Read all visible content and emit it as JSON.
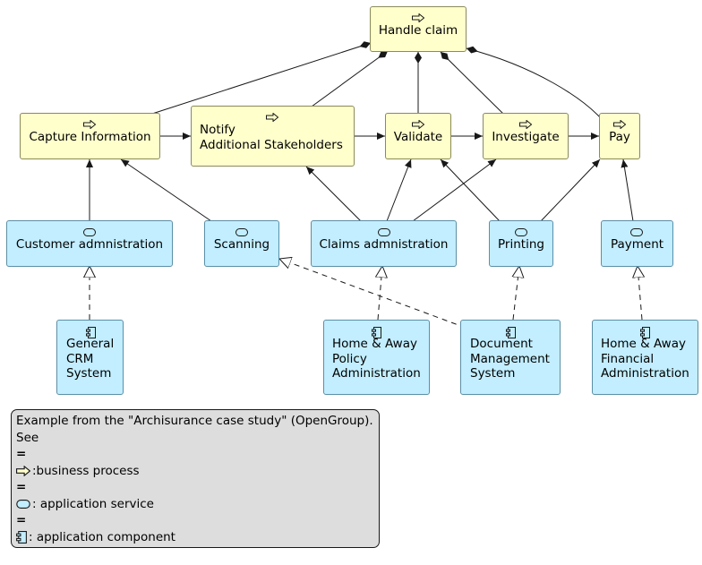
{
  "colors": {
    "process_fill": "#FFFFCC",
    "app_fill": "#C2EEFF",
    "note_fill": "#DDDDDD",
    "line": "#181818"
  },
  "processes": {
    "handle_claim": {
      "label": "Handle claim",
      "icon": "business-process-icon"
    },
    "capture_information": {
      "label": "Capture Information",
      "icon": "business-process-icon"
    },
    "notify_stakeholders": {
      "label": "Notify\nAdditional Stakeholders",
      "icon": "business-process-icon"
    },
    "validate": {
      "label": "Validate",
      "icon": "business-process-icon"
    },
    "investigate": {
      "label": "Investigate",
      "icon": "business-process-icon"
    },
    "pay": {
      "label": "Pay",
      "icon": "business-process-icon"
    }
  },
  "services": {
    "customer_admin": {
      "label": "Customer admnistration",
      "icon": "application-service-icon"
    },
    "scanning": {
      "label": "Scanning",
      "icon": "application-service-icon"
    },
    "claims_admin": {
      "label": "Claims admnistration",
      "icon": "application-service-icon"
    },
    "printing": {
      "label": "Printing",
      "icon": "application-service-icon"
    },
    "payment": {
      "label": "Payment",
      "icon": "application-service-icon"
    }
  },
  "components": {
    "general_crm": {
      "label": "General\nCRM\nSystem",
      "icon": "application-component-icon"
    },
    "home_away_policy": {
      "label": "Home & Away\nPolicy\nAdministration",
      "icon": "application-component-icon"
    },
    "document_mgmt": {
      "label": "Document\nManagement\nSystem",
      "icon": "application-component-icon"
    },
    "home_away_financial": {
      "label": "Home & Away\nFinancial\nAdministration",
      "icon": "application-component-icon"
    }
  },
  "note": {
    "line1": "Example from the \"Archisurance case study\" (OpenGroup).",
    "line2": "See",
    "sep": "=",
    "legend_process": ":business process",
    "legend_service": ": application service",
    "legend_component": ": application component"
  }
}
